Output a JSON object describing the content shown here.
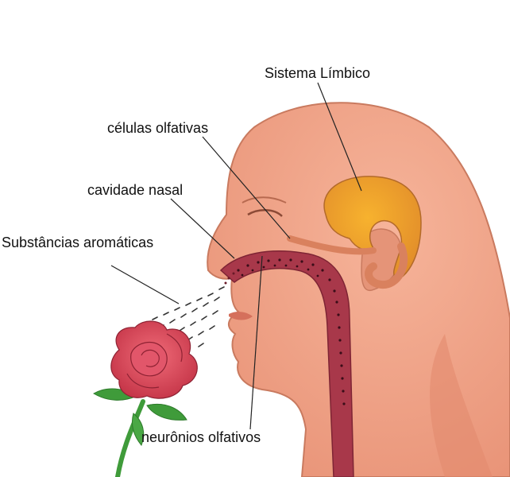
{
  "labels": {
    "limbic": "Sistema Límbico",
    "olfactory_cells": "células olfativas",
    "nasal_cavity": "cavidade nasal",
    "aromatic": "Substâncias aromáticas",
    "olfactory_neurons": "neurônios olfativos"
  },
  "colors": {
    "skin": "#f2a285",
    "skin_shadow": "#e08e72",
    "limbic": "#f0a52a",
    "pathway": "#d9815e",
    "airway": "#a8384a",
    "rose": "#d8485a",
    "leaf": "#3f9b3a",
    "line": "#222222"
  }
}
